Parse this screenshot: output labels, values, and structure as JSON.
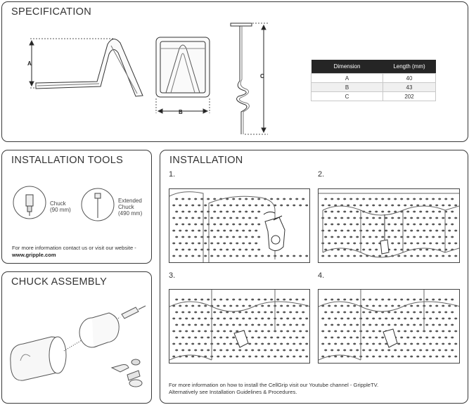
{
  "specification": {
    "title": "SPECIFICATION",
    "labels": {
      "a": "A",
      "b": "B",
      "c": "C"
    },
    "table": {
      "headers": [
        "Dimension",
        "Length (mm)"
      ],
      "rows": [
        {
          "dimension": "A",
          "length": "40"
        },
        {
          "dimension": "B",
          "length": "43"
        },
        {
          "dimension": "C",
          "length": "202"
        }
      ]
    }
  },
  "tools": {
    "title": "INSTALLATION TOOLS",
    "chuck_label": "Chuck",
    "chuck_size": "(90 mm)",
    "extended_label_1": "Extended",
    "extended_label_2": "Chuck",
    "extended_size": "(490 mm)",
    "contact_text": "For more information contact us or visit our website - ",
    "website": "www.gripple.com"
  },
  "chuck_assembly": {
    "title": "CHUCK ASSEMBLY"
  },
  "installation": {
    "title": "INSTALLATION",
    "steps": [
      "1.",
      "2.",
      "3.",
      "4."
    ],
    "note_line1": "For more information on how to install the CellGrip visit our Youtube channel - GrippleTV.",
    "note_line2": "Alternatively see Installation Guidelines & Procedures."
  },
  "colors": {
    "border": "#3a3a3a",
    "table_header": "#252525",
    "accent_line": "#222222"
  }
}
